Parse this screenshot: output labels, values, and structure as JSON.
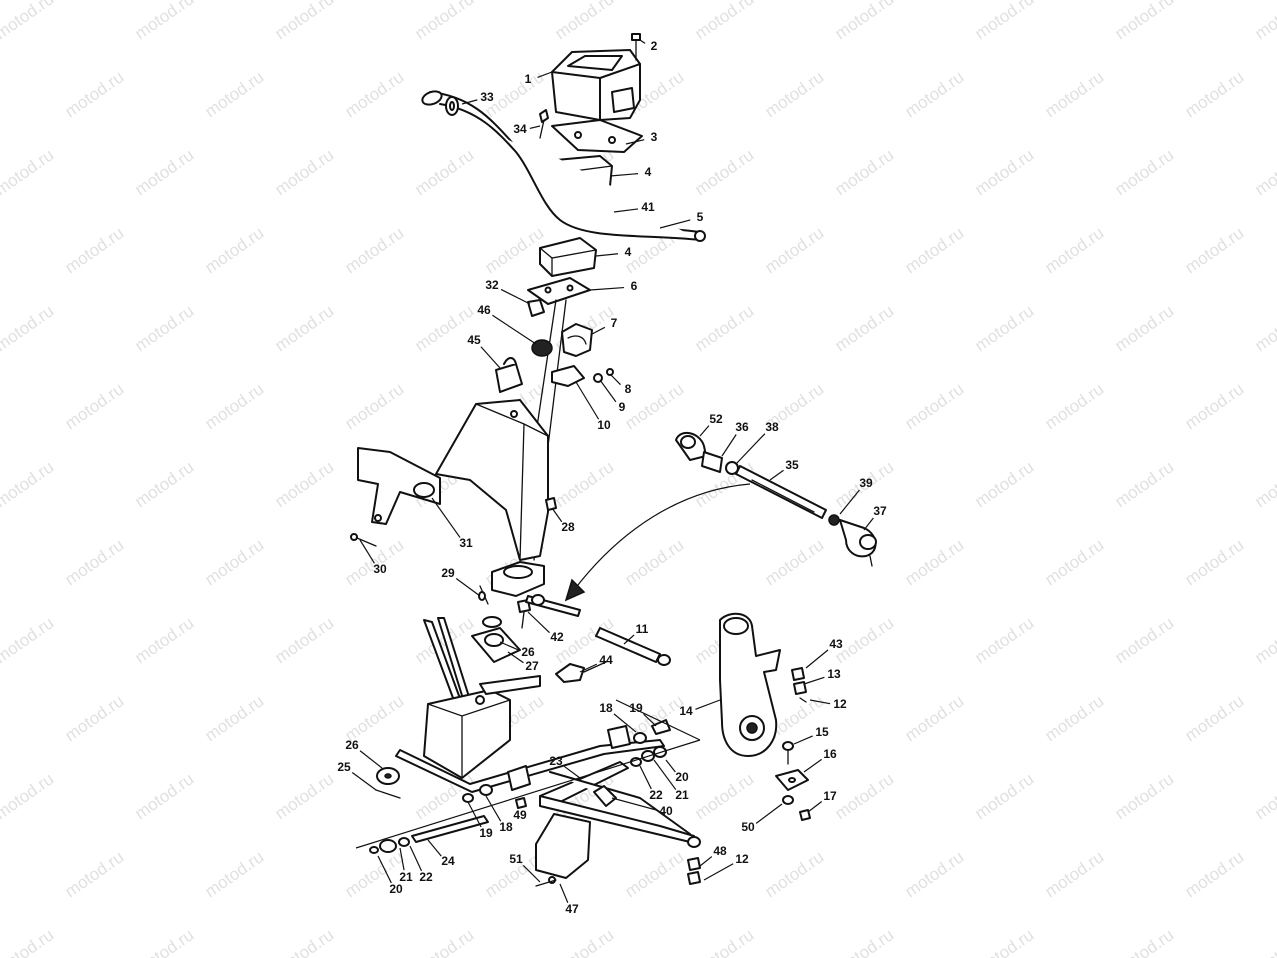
{
  "diagram": {
    "watermark_text": "motod.ru",
    "callouts": [
      {
        "id": "c1",
        "label": "1"
      },
      {
        "id": "c2",
        "label": "2"
      },
      {
        "id": "c3",
        "label": "3"
      },
      {
        "id": "c4a",
        "label": "4"
      },
      {
        "id": "c41",
        "label": "41"
      },
      {
        "id": "c5",
        "label": "5"
      },
      {
        "id": "c4b",
        "label": "4"
      },
      {
        "id": "c6",
        "label": "6"
      },
      {
        "id": "c7",
        "label": "7"
      },
      {
        "id": "c8",
        "label": "8"
      },
      {
        "id": "c9",
        "label": "9"
      },
      {
        "id": "c10",
        "label": "10"
      },
      {
        "id": "c33",
        "label": "33"
      },
      {
        "id": "c34",
        "label": "34"
      },
      {
        "id": "c32",
        "label": "32"
      },
      {
        "id": "c46",
        "label": "46"
      },
      {
        "id": "c45",
        "label": "45"
      },
      {
        "id": "c52",
        "label": "52"
      },
      {
        "id": "c36",
        "label": "36"
      },
      {
        "id": "c38",
        "label": "38"
      },
      {
        "id": "c35",
        "label": "35"
      },
      {
        "id": "c39",
        "label": "39"
      },
      {
        "id": "c37",
        "label": "37"
      },
      {
        "id": "c28",
        "label": "28"
      },
      {
        "id": "c31",
        "label": "31"
      },
      {
        "id": "c30",
        "label": "30"
      },
      {
        "id": "c29",
        "label": "29"
      },
      {
        "id": "c42",
        "label": "42"
      },
      {
        "id": "c11",
        "label": "11"
      },
      {
        "id": "c26a",
        "label": "26"
      },
      {
        "id": "c27",
        "label": "27"
      },
      {
        "id": "c44",
        "label": "44"
      },
      {
        "id": "c43",
        "label": "43"
      },
      {
        "id": "c13",
        "label": "13"
      },
      {
        "id": "c12a",
        "label": "12"
      },
      {
        "id": "c14",
        "label": "14"
      },
      {
        "id": "c18a",
        "label": "18"
      },
      {
        "id": "c19a",
        "label": "19"
      },
      {
        "id": "c15",
        "label": "15"
      },
      {
        "id": "c16",
        "label": "16"
      },
      {
        "id": "c26b",
        "label": "26"
      },
      {
        "id": "c25",
        "label": "25"
      },
      {
        "id": "c23",
        "label": "23"
      },
      {
        "id": "c20a",
        "label": "20"
      },
      {
        "id": "c22a",
        "label": "22"
      },
      {
        "id": "c21a",
        "label": "21"
      },
      {
        "id": "c40",
        "label": "40"
      },
      {
        "id": "c17",
        "label": "17"
      },
      {
        "id": "c50",
        "label": "50"
      },
      {
        "id": "c49",
        "label": "49"
      },
      {
        "id": "c19b",
        "label": "19"
      },
      {
        "id": "c18b",
        "label": "18"
      },
      {
        "id": "c24",
        "label": "24"
      },
      {
        "id": "c21b",
        "label": "21"
      },
      {
        "id": "c22b",
        "label": "22"
      },
      {
        "id": "c20b",
        "label": "20"
      },
      {
        "id": "c48",
        "label": "48"
      },
      {
        "id": "c12b",
        "label": "12"
      },
      {
        "id": "c51",
        "label": "51"
      },
      {
        "id": "c47",
        "label": "47"
      }
    ]
  }
}
